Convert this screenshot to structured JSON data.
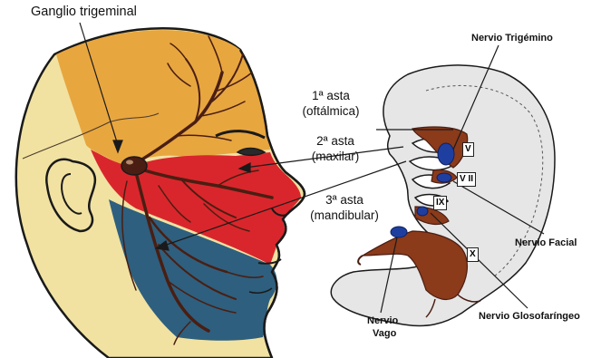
{
  "labels": {
    "ganglio": "Ganglio trigeminal",
    "asta1": "1ª asta",
    "asta1_sub": "(oftálmica)",
    "asta2": "2ª asta",
    "asta2_sub": "(maxilar)",
    "asta3": "3ª asta",
    "asta3_sub": "(mandibular)",
    "nervio_trigemino": "Nervio Trigémino",
    "nervio_facial": "Nervio Facial",
    "nervio_glosofaringeo": "Nervio Glosofaríngeo",
    "nervio_vago_line1": "Nervio",
    "nervio_vago_line2": "Vago"
  },
  "roman": {
    "v": "V",
    "vii": "V II",
    "ix": "IX",
    "x": "X"
  },
  "colors": {
    "ophthalmic": "#E8A63F",
    "maxillary": "#D9262C",
    "mandibular": "#2E5F7E",
    "skin": "#F1E2A2",
    "nerve": "#4A1E12",
    "ganglion_blue": "#1F3FA0",
    "embryo": "#E6E6E6"
  }
}
